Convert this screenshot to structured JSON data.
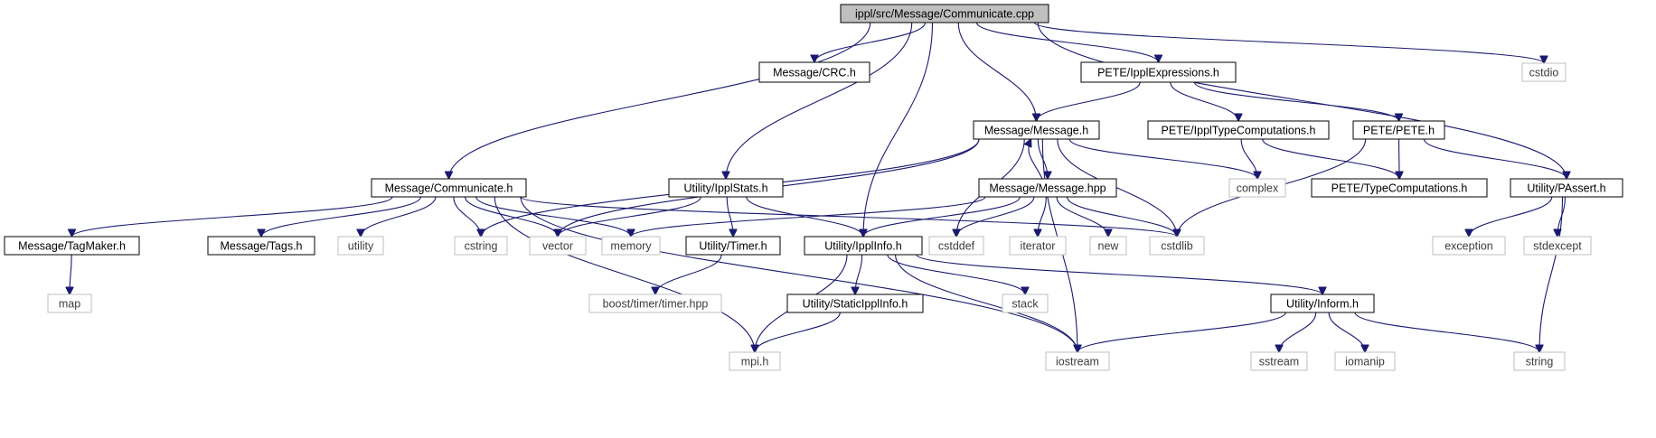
{
  "colors": {
    "edge": "#191970",
    "root_fill": "#bfbfbf",
    "root_border": "#000000",
    "internal_border": "#000000",
    "external_border": "#bfbfbf",
    "external_text": "#3c3c3c",
    "background": "#ffffff"
  },
  "nodes": [
    {
      "id": "root",
      "label": "ippl/src/Message/Communicate.cpp",
      "kind": "root"
    },
    {
      "id": "crc",
      "label": "Message/CRC.h",
      "kind": "internal"
    },
    {
      "id": "pete_expr",
      "label": "PETE/IpplExpressions.h",
      "kind": "internal"
    },
    {
      "id": "cstdio",
      "label": "cstdio",
      "kind": "external"
    },
    {
      "id": "msg_h",
      "label": "Message/Message.h",
      "kind": "internal"
    },
    {
      "id": "pete_typecomp_ippl",
      "label": "PETE/IpplTypeComputations.h",
      "kind": "internal"
    },
    {
      "id": "pete_h",
      "label": "PETE/PETE.h",
      "kind": "internal"
    },
    {
      "id": "comm_h",
      "label": "Message/Communicate.h",
      "kind": "internal"
    },
    {
      "id": "ipplstats",
      "label": "Utility/IpplStats.h",
      "kind": "internal"
    },
    {
      "id": "msg_hpp",
      "label": "Message/Message.hpp",
      "kind": "internal"
    },
    {
      "id": "complex",
      "label": "complex",
      "kind": "external"
    },
    {
      "id": "pete_typecomp",
      "label": "PETE/TypeComputations.h",
      "kind": "internal"
    },
    {
      "id": "passert",
      "label": "Utility/PAssert.h",
      "kind": "internal"
    },
    {
      "id": "tagmaker",
      "label": "Message/TagMaker.h",
      "kind": "internal"
    },
    {
      "id": "tags",
      "label": "Message/Tags.h",
      "kind": "internal"
    },
    {
      "id": "utility",
      "label": "utility",
      "kind": "external"
    },
    {
      "id": "cstring",
      "label": "cstring",
      "kind": "external"
    },
    {
      "id": "vector",
      "label": "vector",
      "kind": "external"
    },
    {
      "id": "memory",
      "label": "memory",
      "kind": "external"
    },
    {
      "id": "timer",
      "label": "Utility/Timer.h",
      "kind": "internal"
    },
    {
      "id": "ipplinfo",
      "label": "Utility/IpplInfo.h",
      "kind": "internal"
    },
    {
      "id": "cstddef",
      "label": "cstddef",
      "kind": "external"
    },
    {
      "id": "iterator",
      "label": "iterator",
      "kind": "external"
    },
    {
      "id": "new",
      "label": "new",
      "kind": "external"
    },
    {
      "id": "cstdlib",
      "label": "cstdlib",
      "kind": "external"
    },
    {
      "id": "exception",
      "label": "exception",
      "kind": "external"
    },
    {
      "id": "stdexcept",
      "label": "stdexcept",
      "kind": "external"
    },
    {
      "id": "map",
      "label": "map",
      "kind": "external"
    },
    {
      "id": "boost_timer",
      "label": "boost/timer/timer.hpp",
      "kind": "external"
    },
    {
      "id": "static_ipplinfo",
      "label": "Utility/StaticIpplInfo.h",
      "kind": "internal"
    },
    {
      "id": "stack",
      "label": "stack",
      "kind": "external"
    },
    {
      "id": "inform",
      "label": "Utility/Inform.h",
      "kind": "internal"
    },
    {
      "id": "mpi",
      "label": "mpi.h",
      "kind": "external"
    },
    {
      "id": "iostream",
      "label": "iostream",
      "kind": "external"
    },
    {
      "id": "sstream",
      "label": "sstream",
      "kind": "external"
    },
    {
      "id": "iomanip",
      "label": "iomanip",
      "kind": "external"
    },
    {
      "id": "string",
      "label": "string",
      "kind": "external"
    }
  ],
  "edges": [
    {
      "from": "root",
      "to": "crc"
    },
    {
      "from": "root",
      "to": "pete_expr"
    },
    {
      "from": "root",
      "to": "cstdio"
    },
    {
      "from": "root",
      "to": "msg_h"
    },
    {
      "from": "root",
      "to": "comm_h"
    },
    {
      "from": "root",
      "to": "ipplstats"
    },
    {
      "from": "root",
      "to": "ipplinfo"
    },
    {
      "from": "root",
      "to": "passert"
    },
    {
      "from": "pete_expr",
      "to": "msg_h"
    },
    {
      "from": "pete_expr",
      "to": "pete_typecomp_ippl"
    },
    {
      "from": "pete_expr",
      "to": "pete_h"
    },
    {
      "from": "pete_typecomp_ippl",
      "to": "complex"
    },
    {
      "from": "pete_typecomp_ippl",
      "to": "pete_typecomp"
    },
    {
      "from": "pete_h",
      "to": "pete_typecomp"
    },
    {
      "from": "pete_h",
      "to": "passert"
    },
    {
      "from": "pete_h",
      "to": "cstdlib"
    },
    {
      "from": "msg_h",
      "to": "msg_hpp"
    },
    {
      "from": "msg_hpp",
      "to": "msg_h"
    },
    {
      "from": "msg_h",
      "to": "complex"
    },
    {
      "from": "msg_h",
      "to": "cstdlib"
    },
    {
      "from": "msg_h",
      "to": "cstddef"
    },
    {
      "from": "msg_h",
      "to": "vector"
    },
    {
      "from": "msg_h",
      "to": "cstring"
    },
    {
      "from": "msg_h",
      "to": "iostream"
    },
    {
      "from": "msg_hpp",
      "to": "memory"
    },
    {
      "from": "msg_hpp",
      "to": "ipplinfo"
    },
    {
      "from": "msg_hpp",
      "to": "cstddef"
    },
    {
      "from": "msg_hpp",
      "to": "iterator"
    },
    {
      "from": "msg_hpp",
      "to": "new"
    },
    {
      "from": "msg_hpp",
      "to": "cstdlib"
    },
    {
      "from": "comm_h",
      "to": "tagmaker"
    },
    {
      "from": "comm_h",
      "to": "tags"
    },
    {
      "from": "comm_h",
      "to": "utility"
    },
    {
      "from": "comm_h",
      "to": "cstring"
    },
    {
      "from": "comm_h",
      "to": "vector"
    },
    {
      "from": "comm_h",
      "to": "memory"
    },
    {
      "from": "comm_h",
      "to": "cstdlib"
    },
    {
      "from": "comm_h",
      "to": "mpi"
    },
    {
      "from": "comm_h",
      "to": "iostream"
    },
    {
      "from": "ipplstats",
      "to": "vector"
    },
    {
      "from": "ipplstats",
      "to": "timer"
    },
    {
      "from": "ipplstats",
      "to": "ipplinfo"
    },
    {
      "from": "tagmaker",
      "to": "map"
    },
    {
      "from": "timer",
      "to": "boost_timer"
    },
    {
      "from": "ipplinfo",
      "to": "mpi"
    },
    {
      "from": "ipplinfo",
      "to": "static_ipplinfo"
    },
    {
      "from": "ipplinfo",
      "to": "stack"
    },
    {
      "from": "ipplinfo",
      "to": "iostream"
    },
    {
      "from": "ipplinfo",
      "to": "inform"
    },
    {
      "from": "static_ipplinfo",
      "to": "mpi"
    },
    {
      "from": "inform",
      "to": "iostream"
    },
    {
      "from": "inform",
      "to": "sstream"
    },
    {
      "from": "inform",
      "to": "iomanip"
    },
    {
      "from": "inform",
      "to": "string"
    },
    {
      "from": "passert",
      "to": "exception"
    },
    {
      "from": "passert",
      "to": "stdexcept"
    },
    {
      "from": "passert",
      "to": "string"
    }
  ]
}
